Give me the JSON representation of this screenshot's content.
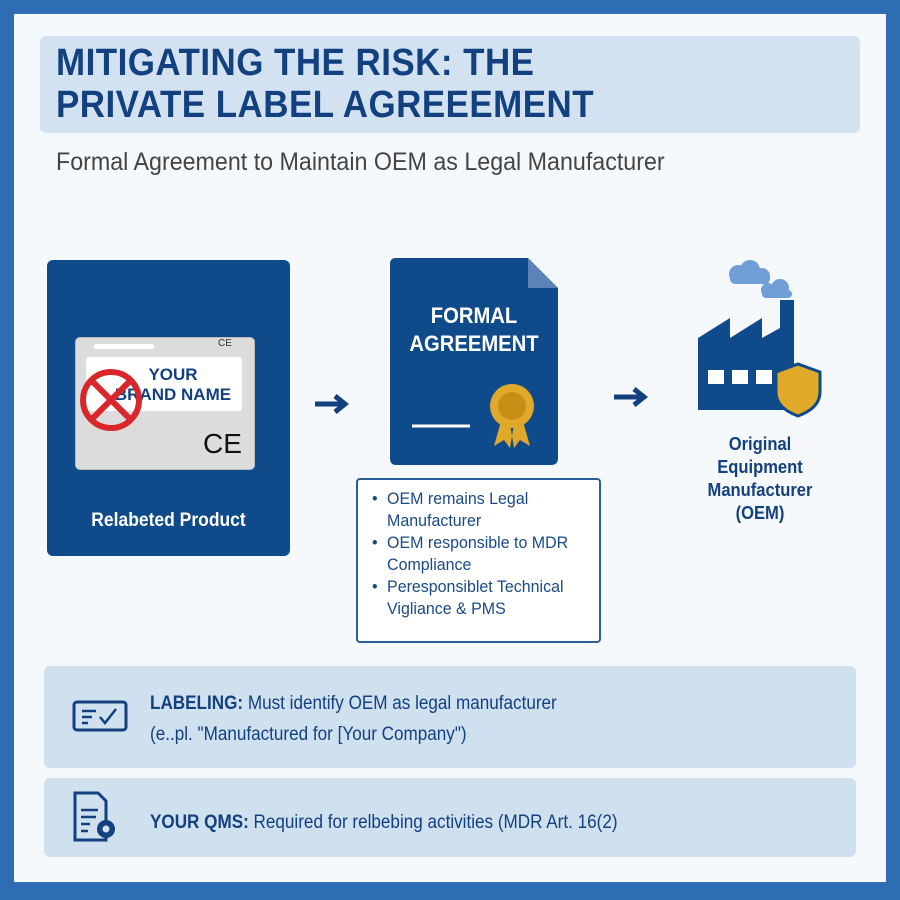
{
  "header": {
    "title": "MITIGATING THE RISK: THE PRIVATE LABEL AGREEEMENT",
    "subtitle": "Formal Agreement to Maintain OEM as Legal Manufacturer"
  },
  "product_card": {
    "brand_line1": "YOUR",
    "brand_line2": "BRAND NAME",
    "ce_mark": "CE",
    "ce_small": "CE",
    "label": "Relabeted Product",
    "icons": [
      "prohibited-icon",
      "product-box-icon"
    ]
  },
  "agreement": {
    "title": "FORMAL AGREEMENT",
    "bullets": [
      "OEM remains Legal Manufacturer",
      "OEM responsible to MDR Compliance",
      "Peresponsiblet Technical Vigliance & PMS"
    ],
    "icons": [
      "document-icon",
      "award-seal-icon"
    ]
  },
  "oem": {
    "label": "Original Equipment Manufacturer (OEM)",
    "icons": [
      "factory-icon",
      "shield-icon",
      "cloud-icon"
    ]
  },
  "info_rows": [
    {
      "icon": "label-check-icon",
      "heading": "LABELING:",
      "text": "Must identify OEM as legal manufacturer",
      "text2": "(e..pl. \"Manufactured for [Your Company\")"
    },
    {
      "icon": "document-gear-icon",
      "heading": "YOUR QMS:",
      "text": "Required for relbebing activities (MDR Art. 16(2)"
    }
  ],
  "colors": {
    "primary": "#0f4a8a",
    "frame": "#2e6db4",
    "light": "#cfe0ef",
    "gold": "#e0a92a",
    "red": "#d8262b"
  }
}
